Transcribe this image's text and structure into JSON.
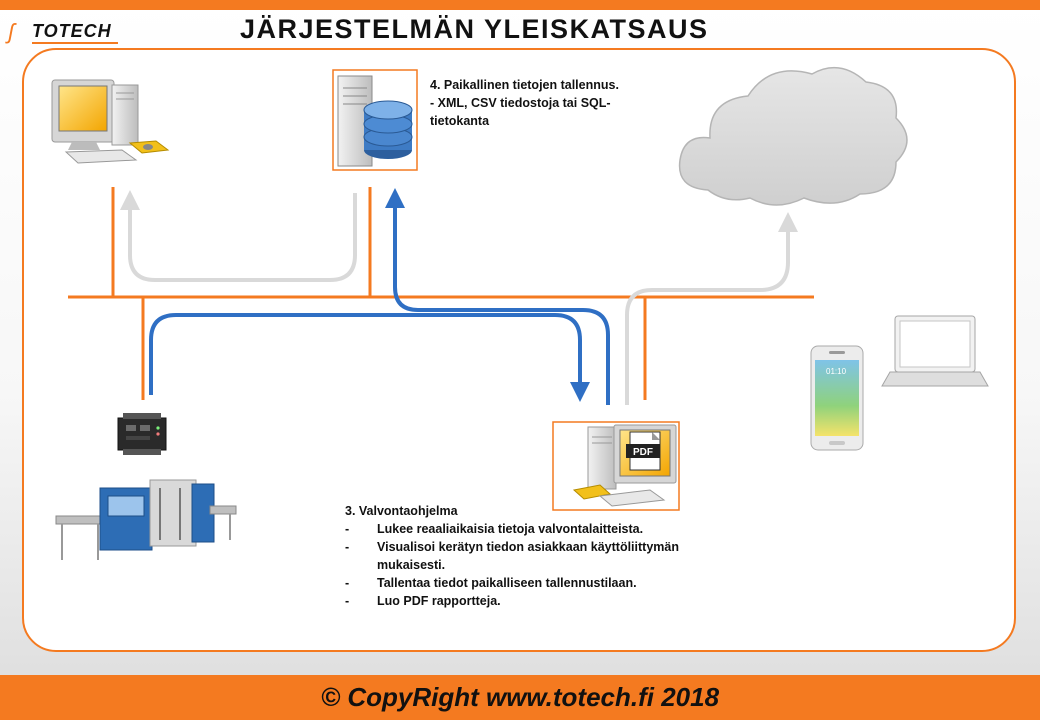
{
  "header": {
    "logo_text": "TOTECH",
    "title": "JÄRJESTELMÄN YLEISKATSAUS"
  },
  "notes": {
    "storage": {
      "heading": "4. Paikallinen tietojen tallennus.",
      "line1": "- XML, CSV tiedostoja tai SQL-",
      "line2": "tietokanta"
    },
    "monitoring": {
      "heading": "3. Valvontaohjelma",
      "items": [
        "Lukee reaaliaikaisia tietoja valvontalaitteista.",
        "Visualisoi kerätyn tiedon asiakkaan käyttöliittymän mukaisesti.",
        "Tallentaa tiedot paikalliseen tallennustilaan.",
        "Luo PDF rapportteja."
      ],
      "bullet": "-"
    }
  },
  "icons": {
    "pdf_label": "PDF",
    "phone_time": "01:10"
  },
  "footer": {
    "text": "© CopyRight www.totech.fi 2018"
  },
  "colors": {
    "accent": "#f47a20",
    "flow_blue": "#2f6fc4",
    "flow_gray": "#d9d9d9"
  }
}
